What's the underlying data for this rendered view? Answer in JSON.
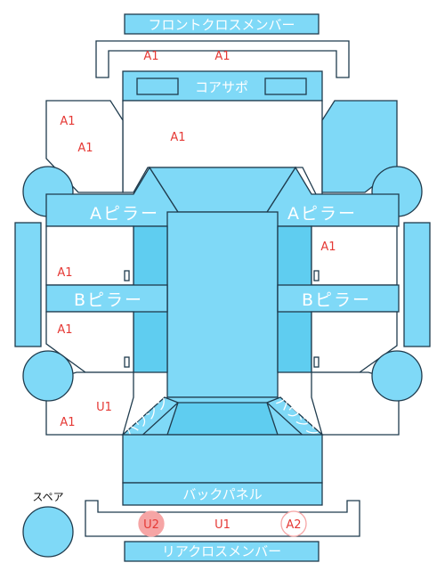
{
  "parts": {
    "front_cross_member": "フロントクロスメンバー",
    "core_support": "コアサポ",
    "a_pillar_left": "Aピラー",
    "a_pillar_right": "Aピラー",
    "b_pillar_left": "Bピラー",
    "b_pillar_right": "Bピラー",
    "back_panel": "バックパネル",
    "rear_cross_member": "リアクロスメンバー",
    "spare": "スペア",
    "rear_inner_left": "ハウジン",
    "rear_inner_right": "ハウジン"
  },
  "marks": {
    "front_member_1": "A1",
    "front_member_2": "A1",
    "front_left_1": "A1",
    "front_left_2": "A1",
    "hood": "A1",
    "front_right_door": "A1",
    "front_left_door": "A1",
    "rear_left_door": "A1",
    "rear_left_quarter_1": "U1",
    "rear_left_quarter_2": "A1",
    "rear_member_1": "U2",
    "rear_member_2": "U1",
    "rear_member_3": "A2"
  },
  "colors": {
    "part": "#7fd9f7",
    "mark": "#e53935",
    "highlight": "#f6a5a5"
  }
}
